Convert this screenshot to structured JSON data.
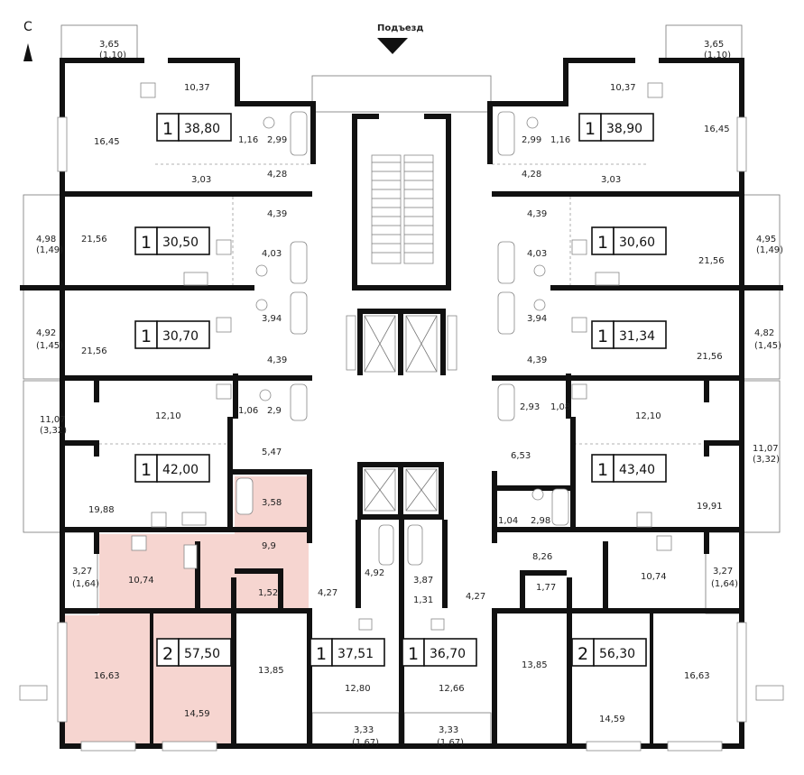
{
  "compass": "С",
  "entrance": "Подъезд",
  "colors": {
    "highlight": "#f6d5d0",
    "wall": "#111111"
  },
  "apartments": [
    {
      "id": "a1",
      "rooms": "1",
      "area": "38,80",
      "highlighted": false
    },
    {
      "id": "a2",
      "rooms": "1",
      "area": "38,90",
      "highlighted": false
    },
    {
      "id": "a3",
      "rooms": "1",
      "area": "30,50",
      "highlighted": false
    },
    {
      "id": "a4",
      "rooms": "1",
      "area": "30,60",
      "highlighted": false
    },
    {
      "id": "a5",
      "rooms": "1",
      "area": "30,70",
      "highlighted": false
    },
    {
      "id": "a6",
      "rooms": "1",
      "area": "31,34",
      "highlighted": false
    },
    {
      "id": "a7",
      "rooms": "1",
      "area": "42,00",
      "highlighted": false
    },
    {
      "id": "a8",
      "rooms": "1",
      "area": "43,40",
      "highlighted": false
    },
    {
      "id": "a9",
      "rooms": "2",
      "area": "57,50",
      "highlighted": true
    },
    {
      "id": "a10",
      "rooms": "1",
      "area": "37,51",
      "highlighted": false
    },
    {
      "id": "a11",
      "rooms": "1",
      "area": "36,70",
      "highlighted": false
    },
    {
      "id": "a12",
      "rooms": "2",
      "area": "56,30",
      "highlighted": false
    }
  ],
  "room_labels": [
    "3,65",
    "(1,10)",
    "10,37",
    "16,45",
    "1,16",
    "2,99",
    "3,03",
    "4,28",
    "3,65",
    "(1,10)",
    "10,37",
    "16,45",
    "2,99",
    "1,16",
    "4,28",
    "3,03",
    "4,39",
    "4,98",
    "(1,49)",
    "21,56",
    "4,03",
    "3,94",
    "4,92",
    "(1,45)",
    "21,56",
    "4,39",
    "4,39",
    "4,03",
    "4,95",
    "(1,49)",
    "21,56",
    "3,94",
    "4,82",
    "(1,45)",
    "21,56",
    "4,39",
    "11,07",
    "(3,32)",
    "12,10",
    "1,06",
    "2,9",
    "5,47",
    "19,88",
    "2,93",
    "1,08",
    "12,10",
    "6,53",
    "11,07",
    "(3,32)",
    "19,91",
    "3,58",
    "9,9",
    "3,27",
    "(1,64)",
    "10,74",
    "1,52",
    "16,63",
    "14,59",
    "13,85",
    "4,27",
    "4,92",
    "3,87",
    "1,31",
    "4,27",
    "12,80",
    "12,66",
    "3,33",
    "(1,67)",
    "3,33",
    "(1,67)",
    "1,04",
    "2,98",
    "8,26",
    "1,77",
    "10,74",
    "3,27",
    "(1,64)",
    "13,85",
    "16,63",
    "14,59"
  ]
}
